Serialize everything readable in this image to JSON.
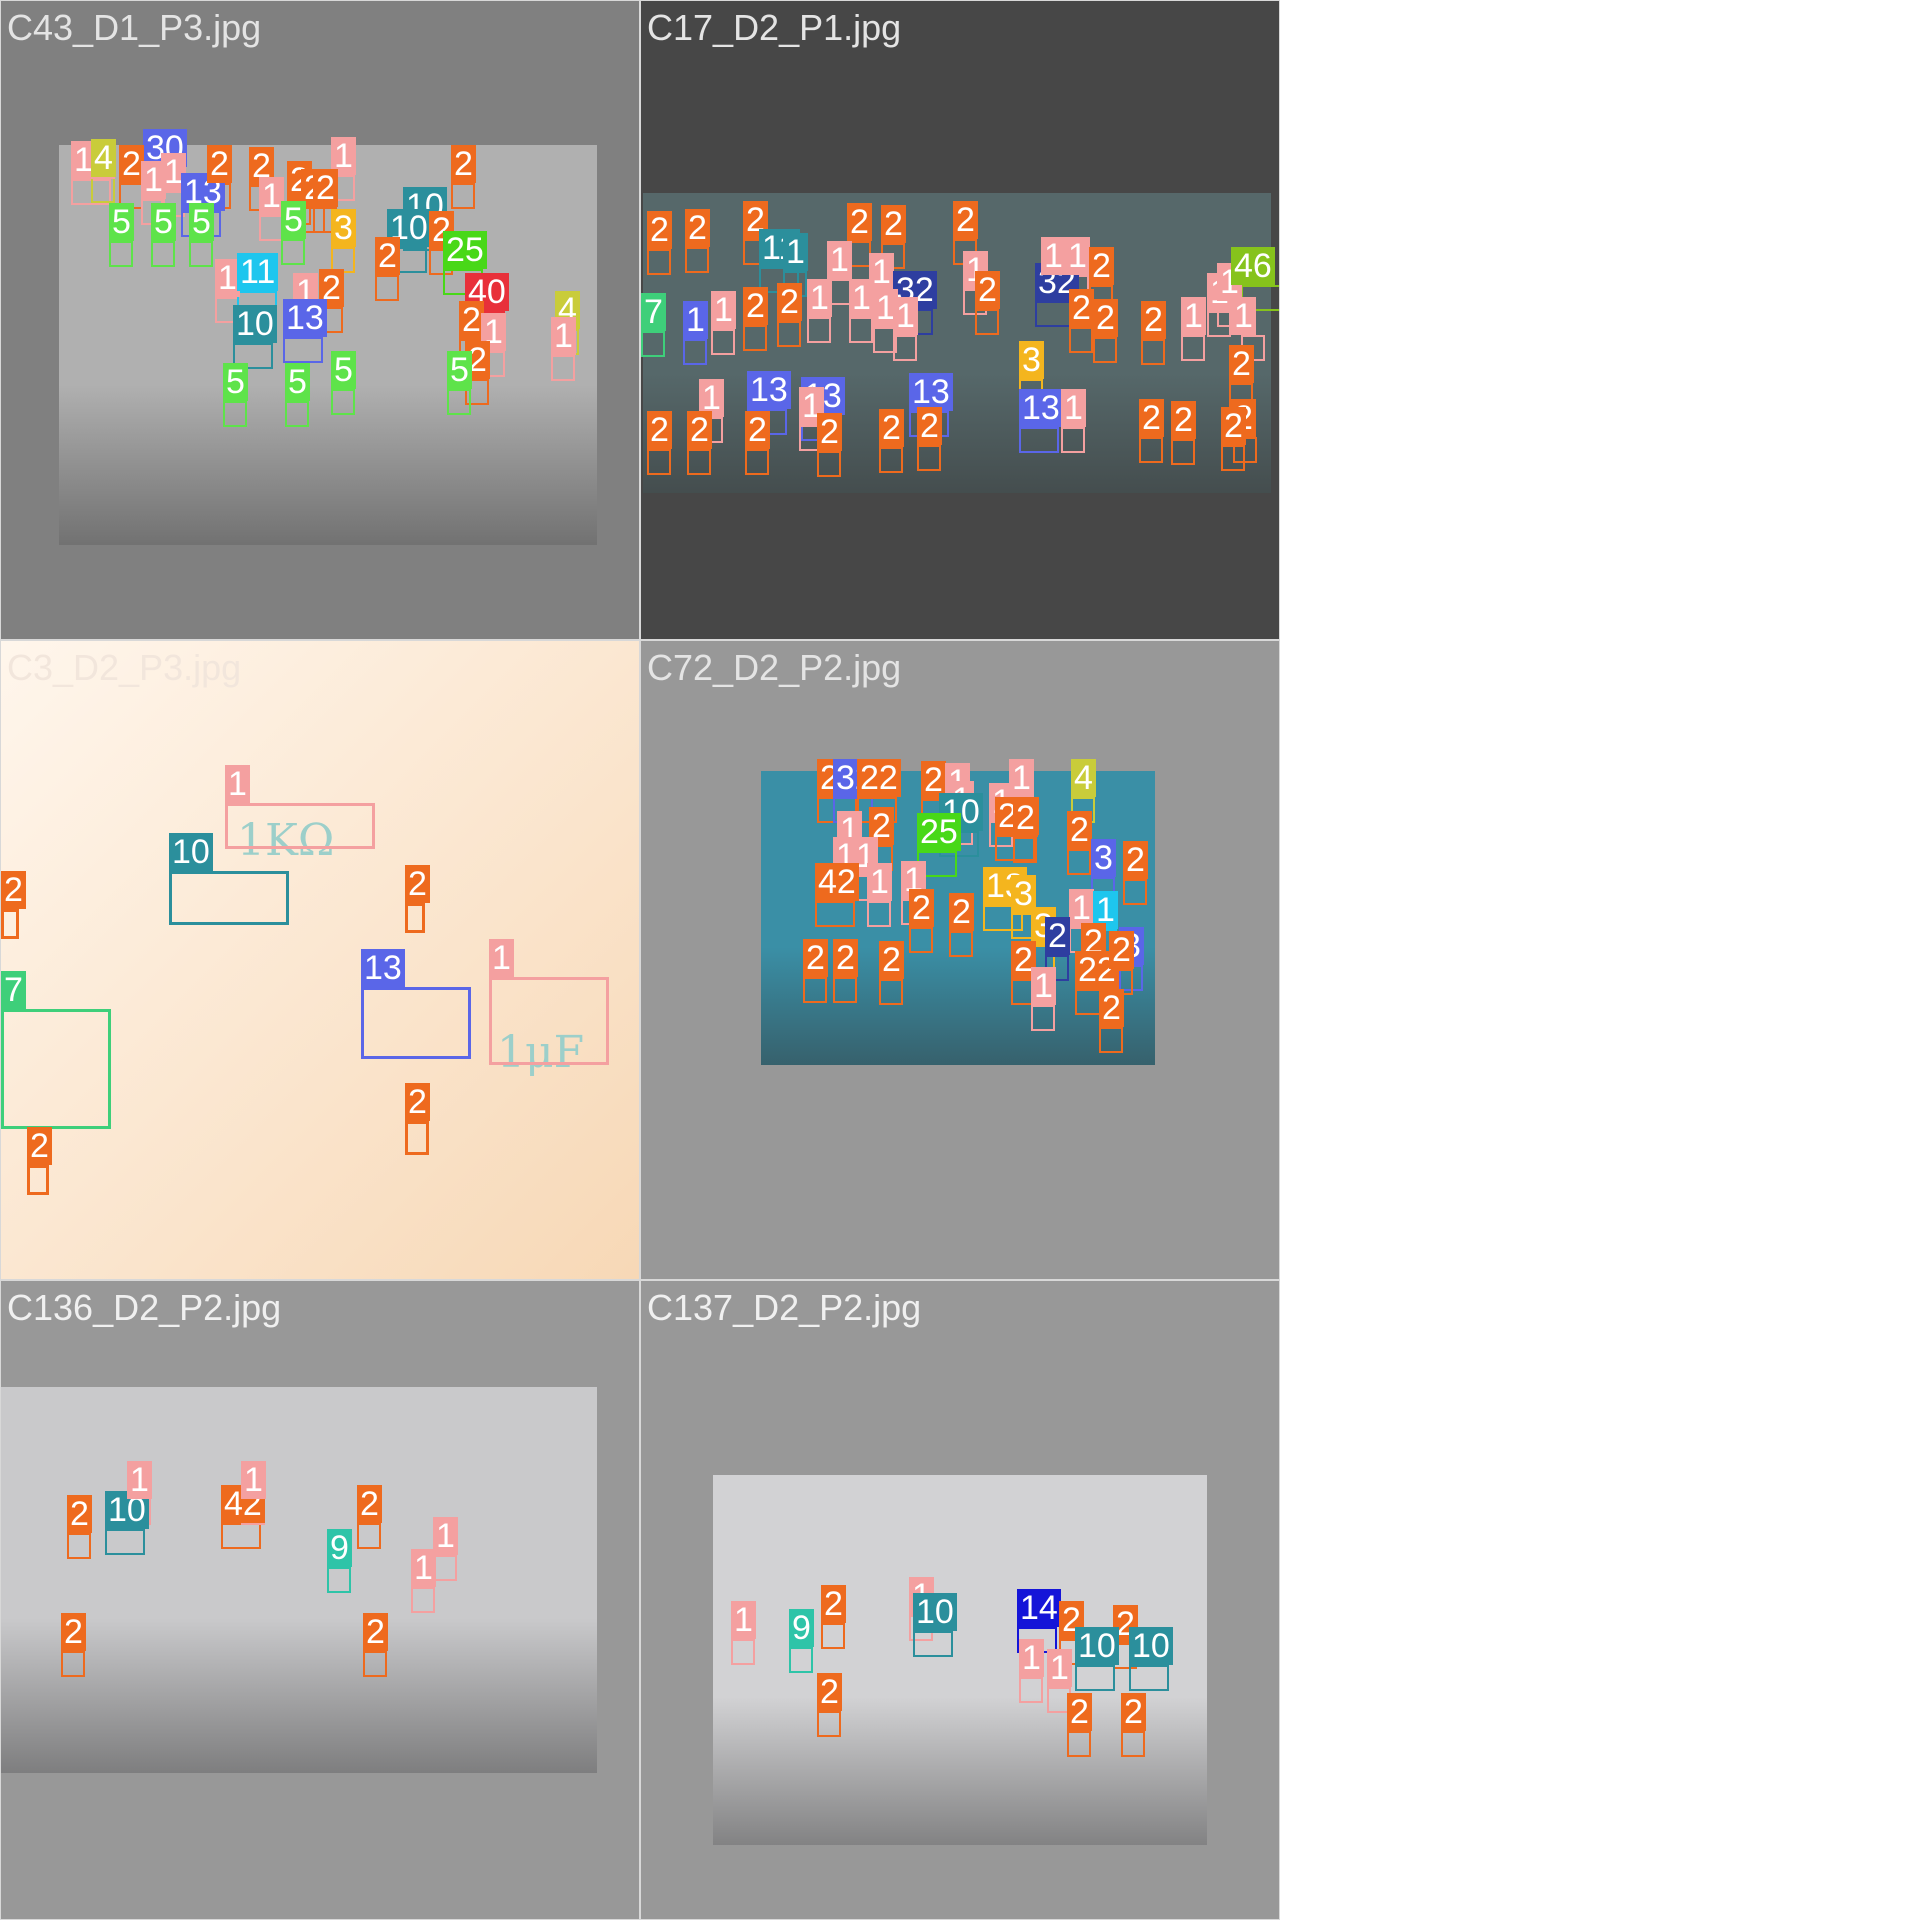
{
  "colors": {
    "class_1": "#f4a0a0",
    "class_2": "#ee6a1e",
    "class_3": "#f4b51e",
    "class_4": "#c9cc3a",
    "class_5": "#5ee34a",
    "class_7": "#3ecf7a",
    "class_9": "#2ec4a8",
    "class_10": "#2b8f9c",
    "class_11": "#1ec6ee",
    "class_13": "#5a66e8",
    "class_14": "#1515d8",
    "class_25": "#48d818",
    "class_32": "#2e3ea0",
    "class_40": "#e8303a",
    "class_42": "#ee6a1e",
    "class_46": "#86c31c"
  },
  "panels": [
    {
      "title": "C43_D1_P3.jpg",
      "title_color": "#e4e4e4",
      "bg": "#808080",
      "photo_color": "#b0b0b0",
      "labels": [
        {
          "text": "14",
          "cls": "class_1"
        },
        {
          "text": "4",
          "cls": "class_4"
        },
        {
          "text": "30",
          "cls": "class_13"
        },
        {
          "text": "2",
          "cls": "class_2"
        },
        {
          "text": "1",
          "cls": "class_1"
        },
        {
          "text": "1",
          "cls": "class_1"
        },
        {
          "text": "13",
          "cls": "class_13"
        },
        {
          "text": "2",
          "cls": "class_2"
        },
        {
          "text": "2",
          "cls": "class_2"
        },
        {
          "text": "1",
          "cls": "class_1"
        },
        {
          "text": "2",
          "cls": "class_2"
        },
        {
          "text": "1",
          "cls": "class_1"
        },
        {
          "text": "2",
          "cls": "class_2"
        },
        {
          "text": "10",
          "cls": "class_10"
        },
        {
          "text": "2",
          "cls": "class_2"
        },
        {
          "text": "5",
          "cls": "class_5"
        },
        {
          "text": "5",
          "cls": "class_5"
        },
        {
          "text": "5",
          "cls": "class_5"
        },
        {
          "text": "5",
          "cls": "class_5"
        },
        {
          "text": "2",
          "cls": "class_2"
        },
        {
          "text": "3",
          "cls": "class_3"
        },
        {
          "text": "10",
          "cls": "class_10"
        },
        {
          "text": "2",
          "cls": "class_2"
        },
        {
          "text": "2",
          "cls": "class_2"
        },
        {
          "text": "25",
          "cls": "class_25"
        },
        {
          "text": "1",
          "cls": "class_1"
        },
        {
          "text": "11",
          "cls": "class_11"
        },
        {
          "text": "1",
          "cls": "class_1"
        },
        {
          "text": "2",
          "cls": "class_2"
        },
        {
          "text": "40",
          "cls": "class_40"
        },
        {
          "text": "10",
          "cls": "class_10"
        },
        {
          "text": "13",
          "cls": "class_13"
        },
        {
          "text": "2",
          "cls": "class_2"
        },
        {
          "text": "1",
          "cls": "class_1"
        },
        {
          "text": "4",
          "cls": "class_4"
        },
        {
          "text": "1",
          "cls": "class_1"
        },
        {
          "text": "2",
          "cls": "class_2"
        },
        {
          "text": "5",
          "cls": "class_5"
        },
        {
          "text": "5",
          "cls": "class_5"
        },
        {
          "text": "5",
          "cls": "class_5"
        },
        {
          "text": "5",
          "cls": "class_5"
        }
      ]
    },
    {
      "title": "C17_D2_P1.jpg",
      "title_color": "#e4e4e4",
      "bg": "#474747",
      "photo_color": "#56686a",
      "labels": [
        {
          "text": "2",
          "cls": "class_2"
        },
        {
          "text": "2",
          "cls": "class_2"
        },
        {
          "text": "2",
          "cls": "class_2"
        },
        {
          "text": "2",
          "cls": "class_2"
        },
        {
          "text": "2",
          "cls": "class_2"
        },
        {
          "text": "2",
          "cls": "class_2"
        },
        {
          "text": "11",
          "cls": "class_10"
        },
        {
          "text": "1",
          "cls": "class_10"
        },
        {
          "text": "1",
          "cls": "class_1"
        },
        {
          "text": "1",
          "cls": "class_1"
        },
        {
          "text": "32",
          "cls": "class_32"
        },
        {
          "text": "1",
          "cls": "class_1"
        },
        {
          "text": "32",
          "cls": "class_32"
        },
        {
          "text": "1",
          "cls": "class_1"
        },
        {
          "text": "7",
          "cls": "class_7"
        },
        {
          "text": "1",
          "cls": "class_13"
        },
        {
          "text": "1",
          "cls": "class_1"
        },
        {
          "text": "2",
          "cls": "class_2"
        },
        {
          "text": "2",
          "cls": "class_2"
        },
        {
          "text": "1",
          "cls": "class_1"
        },
        {
          "text": "1",
          "cls": "class_1"
        },
        {
          "text": "1",
          "cls": "class_1"
        },
        {
          "text": "1",
          "cls": "class_1"
        },
        {
          "text": "2",
          "cls": "class_2"
        },
        {
          "text": "1",
          "cls": "class_1"
        },
        {
          "text": "2",
          "cls": "class_2"
        },
        {
          "text": "2",
          "cls": "class_2"
        },
        {
          "text": "1",
          "cls": "class_1"
        },
        {
          "text": "1",
          "cls": "class_1"
        },
        {
          "text": "1",
          "cls": "class_1"
        },
        {
          "text": "1",
          "cls": "class_1"
        },
        {
          "text": "2",
          "cls": "class_2"
        },
        {
          "text": "46",
          "cls": "class_46"
        },
        {
          "text": "2",
          "cls": "class_2"
        },
        {
          "text": "2",
          "cls": "class_2"
        },
        {
          "text": "3",
          "cls": "class_3"
        },
        {
          "text": "2",
          "cls": "class_2"
        },
        {
          "text": "13",
          "cls": "class_13"
        },
        {
          "text": "13",
          "cls": "class_13"
        },
        {
          "text": "13",
          "cls": "class_13"
        },
        {
          "text": "1",
          "cls": "class_1"
        },
        {
          "text": "1",
          "cls": "class_1"
        },
        {
          "text": "13",
          "cls": "class_13"
        },
        {
          "text": "1",
          "cls": "class_1"
        },
        {
          "text": "2",
          "cls": "class_2"
        },
        {
          "text": "2",
          "cls": "class_2"
        },
        {
          "text": "2",
          "cls": "class_2"
        },
        {
          "text": "2",
          "cls": "class_2"
        },
        {
          "text": "2",
          "cls": "class_2"
        },
        {
          "text": "2",
          "cls": "class_2"
        },
        {
          "text": "2",
          "cls": "class_2"
        },
        {
          "text": "2",
          "cls": "class_2"
        },
        {
          "text": "2",
          "cls": "class_2"
        }
      ]
    },
    {
      "title": "C3_D2_P3.jpg",
      "title_color": "#f2e6dc",
      "bg": "#fcebd8",
      "photo_color": "#fdeedd",
      "labels": [
        {
          "text": "1",
          "cls": "class_1"
        },
        {
          "text": "10",
          "cls": "class_10"
        },
        {
          "text": "2",
          "cls": "class_2"
        },
        {
          "text": "2",
          "cls": "class_2"
        },
        {
          "text": "13",
          "cls": "class_13"
        },
        {
          "text": "1",
          "cls": "class_1"
        },
        {
          "text": "7",
          "cls": "class_7"
        },
        {
          "text": "2",
          "cls": "class_2"
        },
        {
          "text": "2",
          "cls": "class_2"
        }
      ],
      "handwriting": [
        "1KΩ",
        "1μF"
      ]
    },
    {
      "title": "C72_D2_P2.jpg",
      "title_color": "#e4e4e4",
      "bg": "#989898",
      "photo_color": "#3a8fa6",
      "labels": [
        {
          "text": "22",
          "cls": "class_2"
        },
        {
          "text": "32",
          "cls": "class_13"
        },
        {
          "text": "22",
          "cls": "class_2"
        },
        {
          "text": "2",
          "cls": "class_2"
        },
        {
          "text": "1",
          "cls": "class_1"
        },
        {
          "text": "1",
          "cls": "class_1"
        },
        {
          "text": "4",
          "cls": "class_4"
        },
        {
          "text": "1",
          "cls": "class_1"
        },
        {
          "text": "1",
          "cls": "class_1"
        },
        {
          "text": "10",
          "cls": "class_10"
        },
        {
          "text": "22",
          "cls": "class_2"
        },
        {
          "text": "2",
          "cls": "class_2"
        },
        {
          "text": "1",
          "cls": "class_1"
        },
        {
          "text": "2",
          "cls": "class_2"
        },
        {
          "text": "25",
          "cls": "class_25"
        },
        {
          "text": "2",
          "cls": "class_2"
        },
        {
          "text": "1",
          "cls": "class_1"
        },
        {
          "text": "1",
          "cls": "class_1"
        },
        {
          "text": "3",
          "cls": "class_13"
        },
        {
          "text": "2",
          "cls": "class_2"
        },
        {
          "text": "42",
          "cls": "class_2"
        },
        {
          "text": "1",
          "cls": "class_1"
        },
        {
          "text": "1",
          "cls": "class_1"
        },
        {
          "text": "13",
          "cls": "class_3"
        },
        {
          "text": "3",
          "cls": "class_3"
        },
        {
          "text": "2",
          "cls": "class_2"
        },
        {
          "text": "2",
          "cls": "class_2"
        },
        {
          "text": "1",
          "cls": "class_1"
        },
        {
          "text": "3",
          "cls": "class_3"
        },
        {
          "text": "2",
          "cls": "class_32"
        },
        {
          "text": "1",
          "cls": "class_11"
        },
        {
          "text": "3",
          "cls": "class_13"
        },
        {
          "text": "2",
          "cls": "class_2"
        },
        {
          "text": "22",
          "cls": "class_2"
        },
        {
          "text": "2",
          "cls": "class_2"
        },
        {
          "text": "2",
          "cls": "class_2"
        },
        {
          "text": "1",
          "cls": "class_1"
        },
        {
          "text": "2",
          "cls": "class_2"
        },
        {
          "text": "2",
          "cls": "class_2"
        },
        {
          "text": "2",
          "cls": "class_2"
        },
        {
          "text": "2",
          "cls": "class_2"
        }
      ]
    },
    {
      "title": "C136_D2_P2.jpg",
      "title_color": "#f0f0f0",
      "bg": "#989898",
      "photo_color": "#c9c9cb",
      "labels": [
        {
          "text": "2",
          "cls": "class_2"
        },
        {
          "text": "10",
          "cls": "class_10"
        },
        {
          "text": "1",
          "cls": "class_1"
        },
        {
          "text": "42",
          "cls": "class_42"
        },
        {
          "text": "1",
          "cls": "class_1"
        },
        {
          "text": "2",
          "cls": "class_2"
        },
        {
          "text": "9",
          "cls": "class_9"
        },
        {
          "text": "1",
          "cls": "class_1"
        },
        {
          "text": "1",
          "cls": "class_1"
        },
        {
          "text": "2",
          "cls": "class_2"
        },
        {
          "text": "2",
          "cls": "class_2"
        }
      ]
    },
    {
      "title": "C137_D2_P2.jpg",
      "title_color": "#f0f0f0",
      "bg": "#989898",
      "photo_color": "#d2d2d4",
      "labels": [
        {
          "text": "1",
          "cls": "class_1"
        },
        {
          "text": "2",
          "cls": "class_2"
        },
        {
          "text": "9",
          "cls": "class_9"
        },
        {
          "text": "1",
          "cls": "class_1"
        },
        {
          "text": "10",
          "cls": "class_10"
        },
        {
          "text": "14",
          "cls": "class_14"
        },
        {
          "text": "2",
          "cls": "class_2"
        },
        {
          "text": "2",
          "cls": "class_2"
        },
        {
          "text": "10",
          "cls": "class_10"
        },
        {
          "text": "10",
          "cls": "class_10"
        },
        {
          "text": "1",
          "cls": "class_1"
        },
        {
          "text": "1",
          "cls": "class_1"
        },
        {
          "text": "2",
          "cls": "class_2"
        },
        {
          "text": "2",
          "cls": "class_2"
        },
        {
          "text": "2",
          "cls": "class_2"
        }
      ]
    }
  ]
}
